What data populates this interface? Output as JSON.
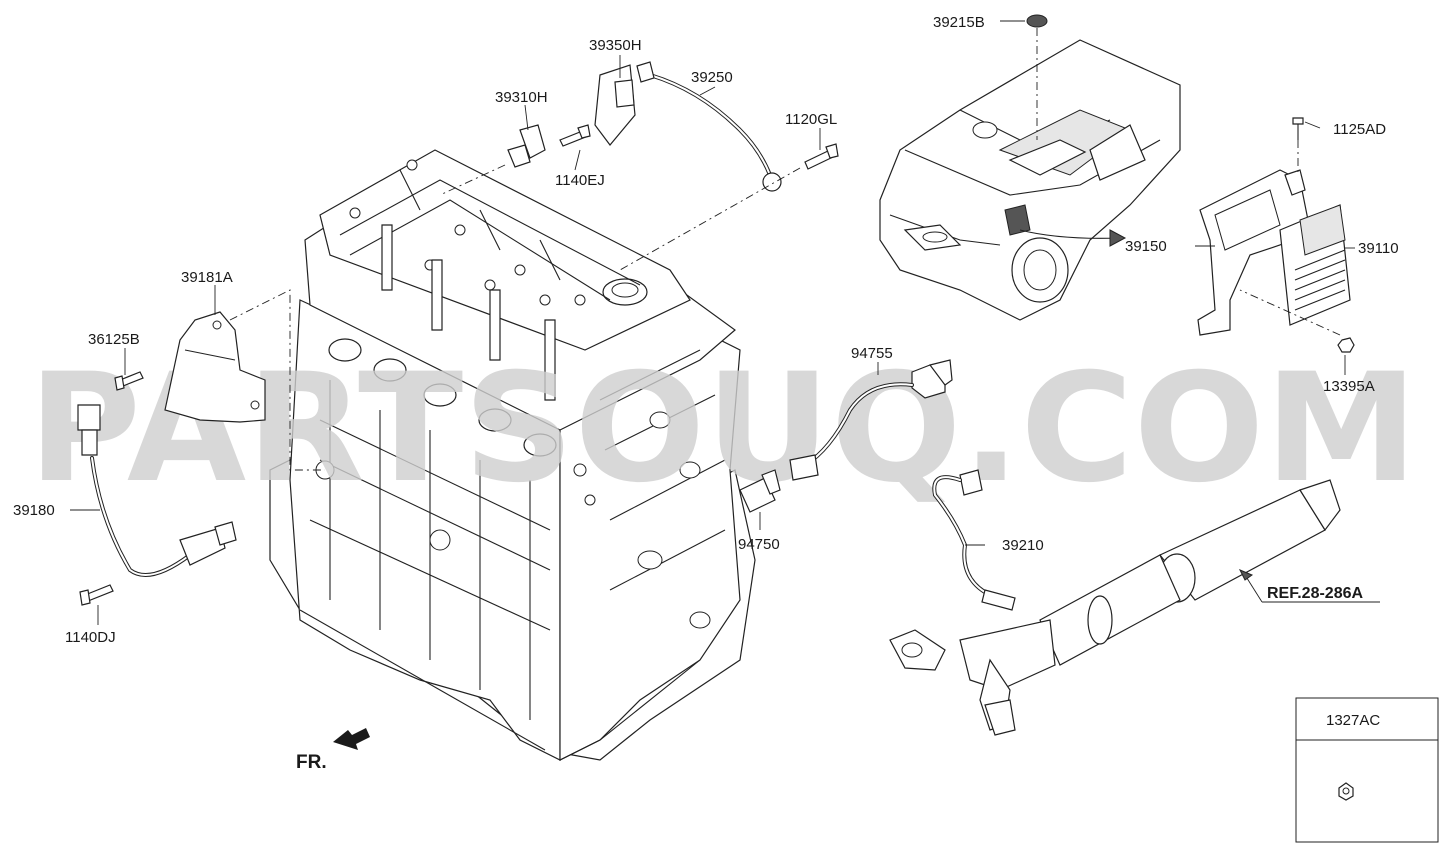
{
  "watermark": "PARTSOUQ.COM",
  "direction_label": "FR.",
  "reference_label": "REF.28-286A",
  "inset_box": {
    "part_number": "1327AC"
  },
  "part_labels": {
    "p39215B": "39215B",
    "p39350H": "39350H",
    "p39250": "39250",
    "p39310H": "39310H",
    "p1120GL": "1120GL",
    "p1140EJ": "1140EJ",
    "p1125AD": "1125AD",
    "p39181A": "39181A",
    "p39150": "39150",
    "p39110": "39110",
    "p36125B": "36125B",
    "p94755": "94755",
    "p13395A": "13395A",
    "p39180": "39180",
    "p94750": "94750",
    "p39210": "39210",
    "p1140DJ": "1140DJ"
  }
}
